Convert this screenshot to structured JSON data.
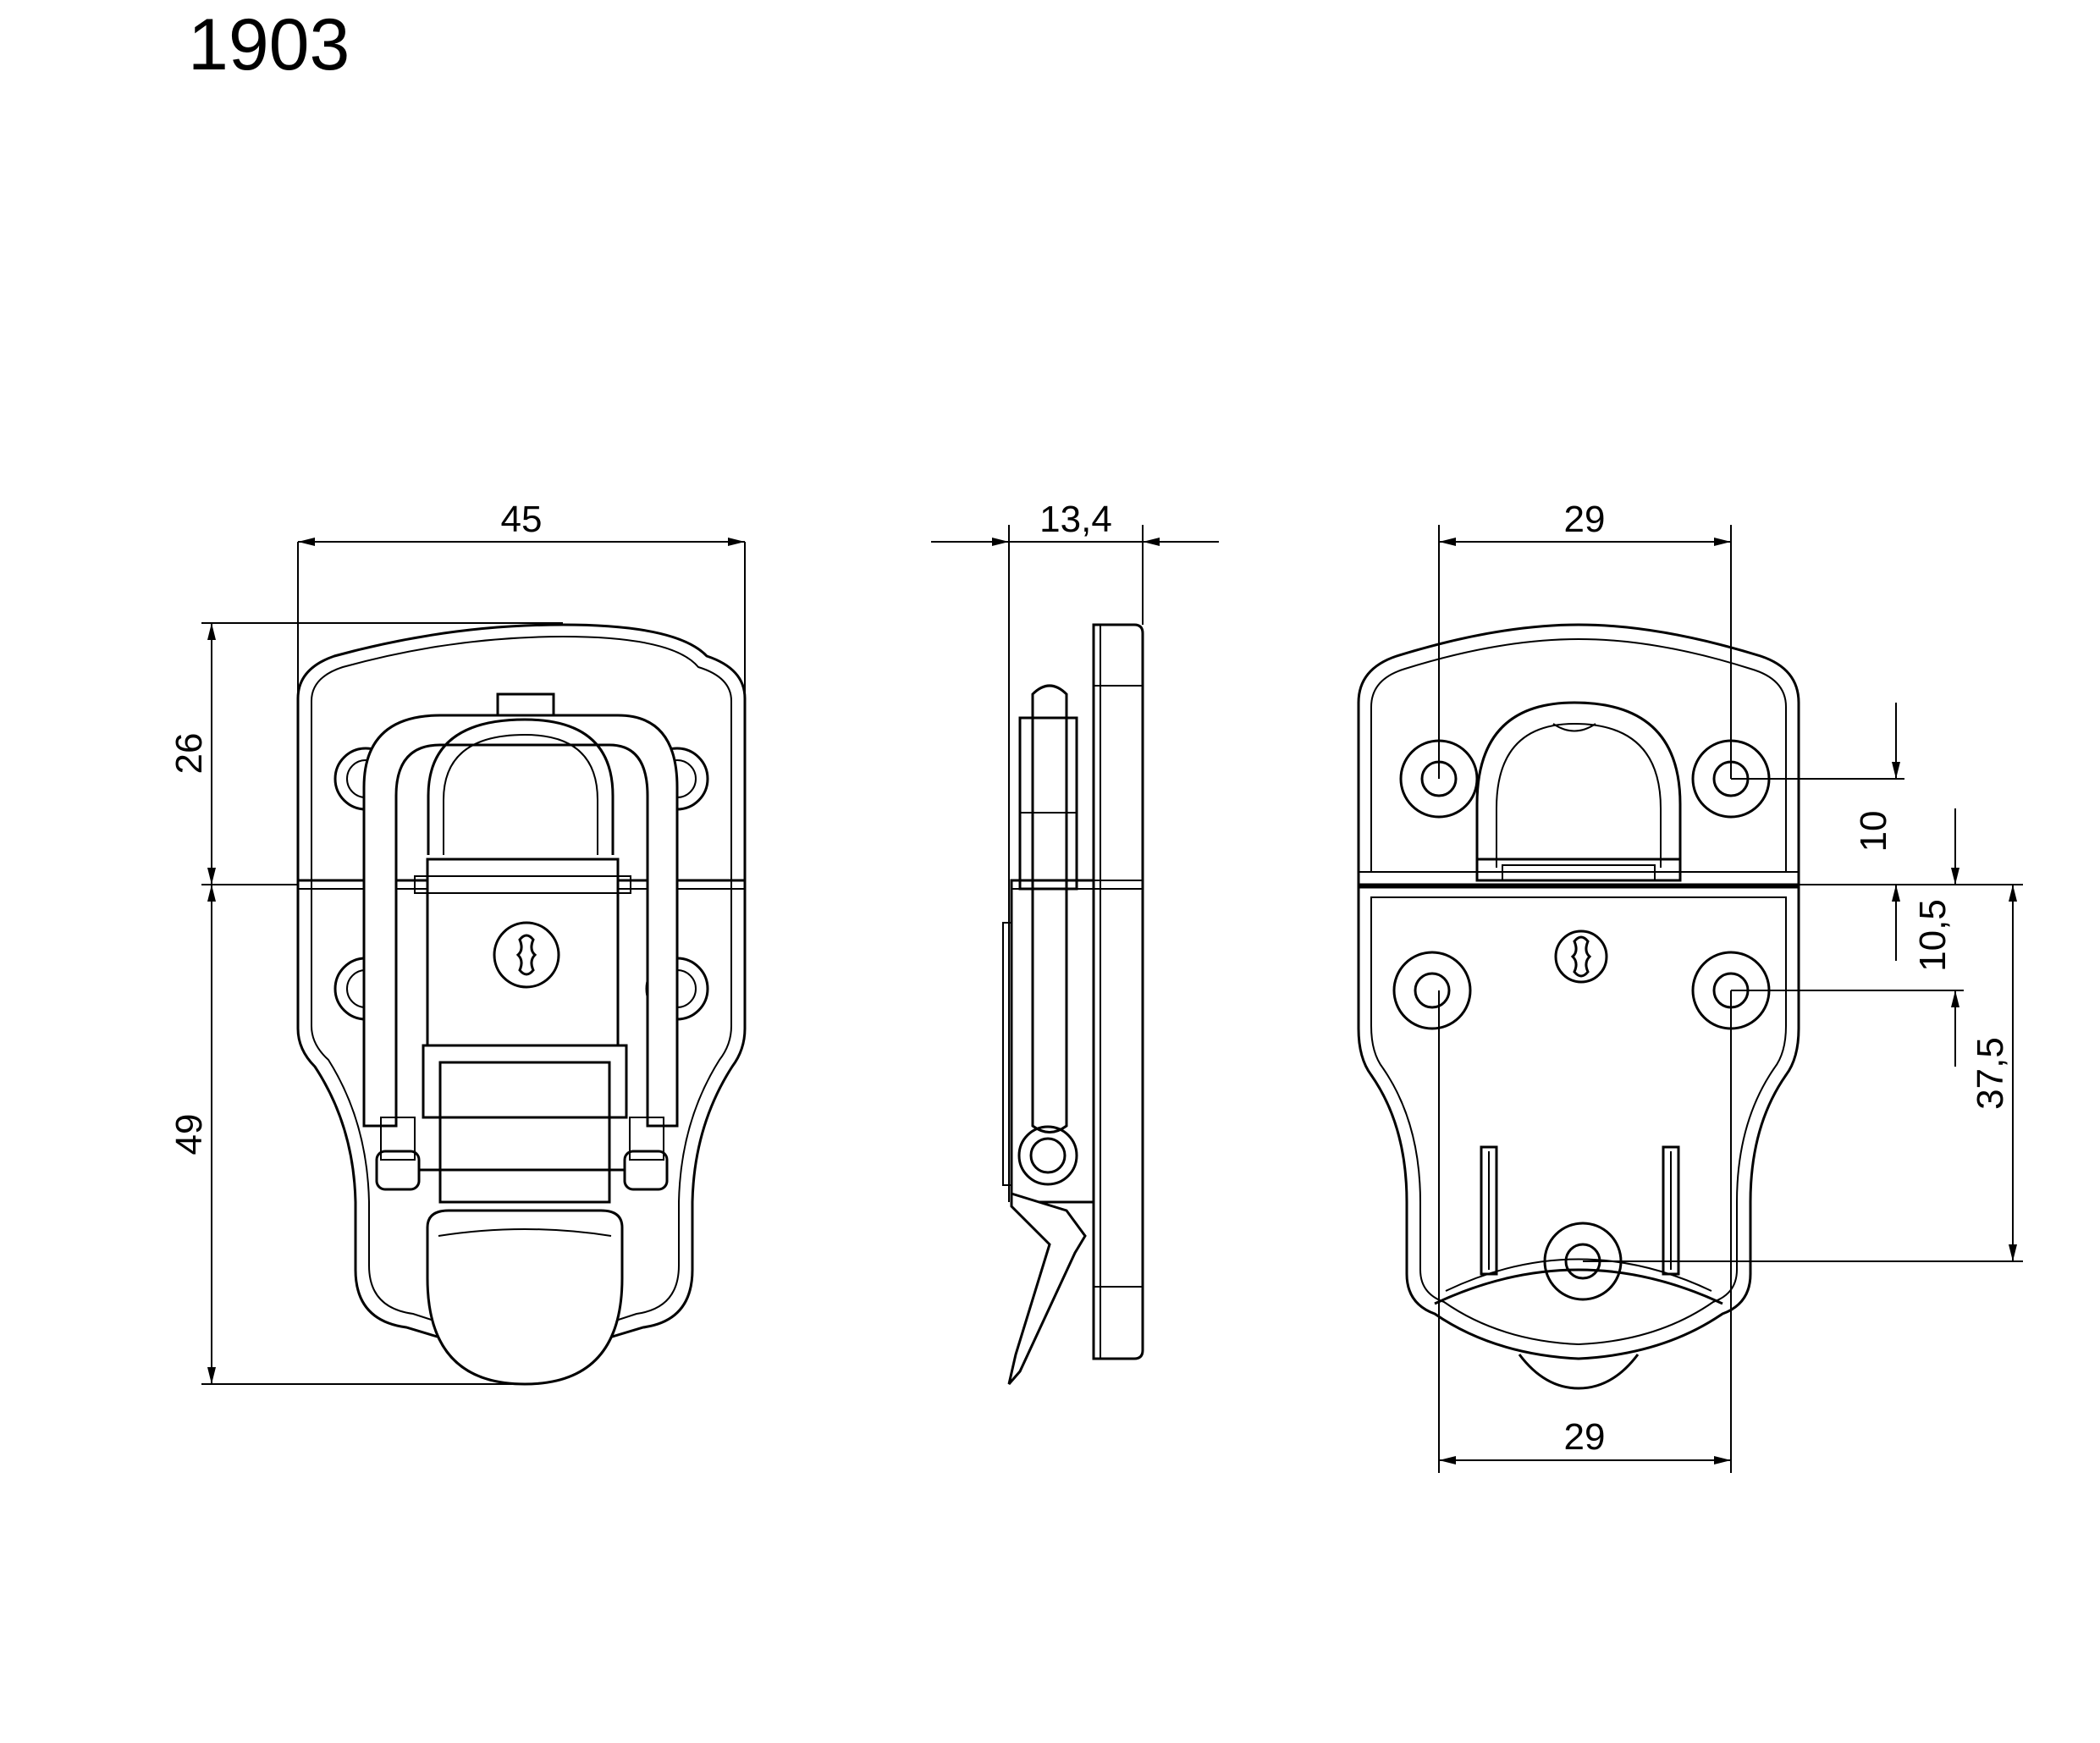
{
  "title": "1903",
  "dimensions": {
    "front_width": "45",
    "front_upper_height": "26",
    "front_lower_height": "49",
    "side_depth": "13,4",
    "back_top_hole_spacing": "29",
    "back_bottom_hole_spacing": "29",
    "back_upper_offset": "10",
    "back_middle_offset": "10,5",
    "back_lower_offset": "37,5"
  }
}
